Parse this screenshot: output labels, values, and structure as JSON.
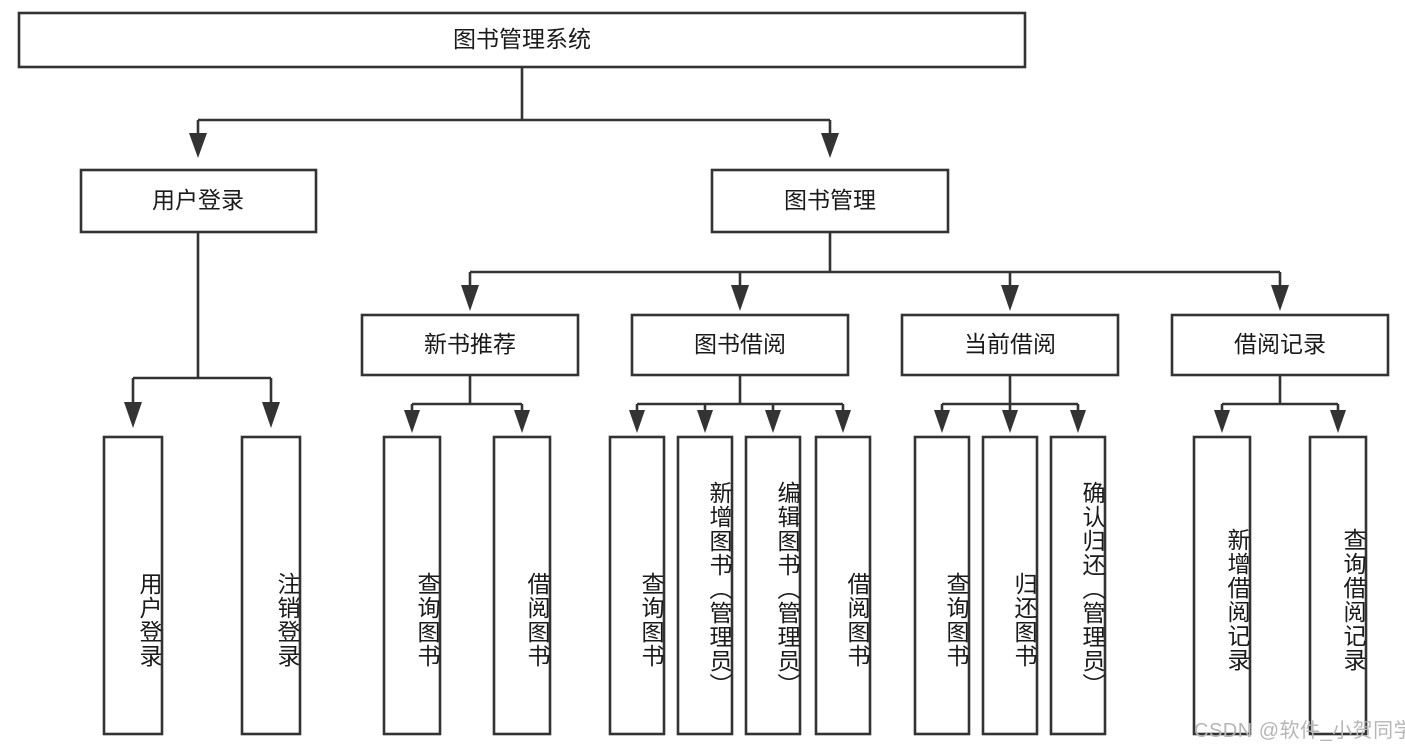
{
  "diagram": {
    "type": "hierarchy-tree",
    "title": "图书管理系统",
    "levels": 4,
    "root": {
      "id": "root",
      "label": "图书管理系统",
      "orientation": "horizontal"
    },
    "level2": [
      {
        "id": "user-login",
        "label": "用户登录",
        "orientation": "horizontal"
      },
      {
        "id": "book-manage",
        "label": "图书管理",
        "orientation": "horizontal"
      }
    ],
    "level3": [
      {
        "id": "new-book-recommend",
        "label": "新书推荐",
        "orientation": "horizontal",
        "parent": "book-manage"
      },
      {
        "id": "book-borrow",
        "label": "图书借阅",
        "orientation": "horizontal",
        "parent": "book-manage"
      },
      {
        "id": "current-borrow",
        "label": "当前借阅",
        "orientation": "horizontal",
        "parent": "book-manage"
      },
      {
        "id": "borrow-record",
        "label": "借阅记录",
        "orientation": "horizontal",
        "parent": "book-manage"
      }
    ],
    "leaves": [
      {
        "id": "leaf-user-login",
        "label": "用户登录",
        "parent": "user-login",
        "orientation": "vertical"
      },
      {
        "id": "leaf-user-logout",
        "label": "注销登录",
        "parent": "user-login",
        "orientation": "vertical"
      },
      {
        "id": "leaf-query-book-1",
        "label": "查询图书",
        "parent": "new-book-recommend",
        "orientation": "vertical"
      },
      {
        "id": "leaf-borrow-book-1",
        "label": "借阅图书",
        "parent": "new-book-recommend",
        "orientation": "vertical"
      },
      {
        "id": "leaf-query-book-2",
        "label": "查询图书",
        "parent": "book-borrow",
        "orientation": "vertical"
      },
      {
        "id": "leaf-add-book",
        "label": "新增图书（管理员）",
        "parent": "book-borrow",
        "orientation": "vertical"
      },
      {
        "id": "leaf-edit-book",
        "label": "编辑图书（管理员）",
        "parent": "book-borrow",
        "orientation": "vertical"
      },
      {
        "id": "leaf-borrow-book-2",
        "label": "借阅图书",
        "parent": "book-borrow",
        "orientation": "vertical"
      },
      {
        "id": "leaf-query-book-3",
        "label": "查询图书",
        "parent": "current-borrow",
        "orientation": "vertical"
      },
      {
        "id": "leaf-return-book",
        "label": "归还图书",
        "parent": "current-borrow",
        "orientation": "vertical"
      },
      {
        "id": "leaf-confirm-return",
        "label": "确认归还（管理员）",
        "parent": "current-borrow",
        "orientation": "vertical"
      },
      {
        "id": "leaf-add-record",
        "label": "新增借阅记录",
        "parent": "borrow-record",
        "orientation": "vertical"
      },
      {
        "id": "leaf-query-record",
        "label": "查询借阅记录",
        "parent": "borrow-record",
        "orientation": "vertical"
      }
    ],
    "colors": {
      "stroke": "#333333",
      "fill": "#ffffff",
      "text": "#1a1a1a",
      "background": "#ffffff",
      "watermark": "#b6b6b6"
    }
  },
  "watermark": {
    "text": "CSDN @软件_小贺同学"
  }
}
